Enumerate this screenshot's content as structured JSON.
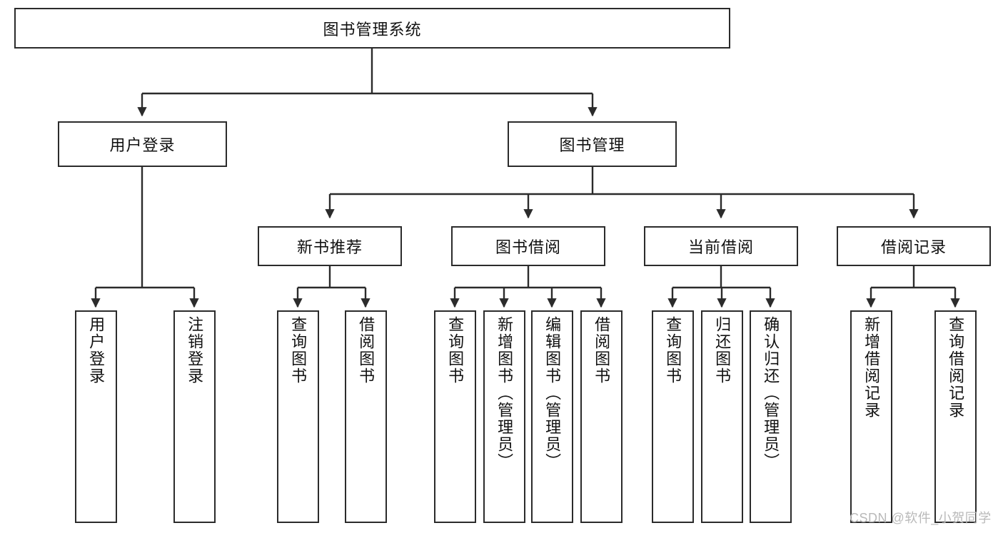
{
  "diagram": {
    "type": "tree-hierarchy",
    "title": "图书管理系统",
    "root": {
      "label": "图书管理系统"
    },
    "level2": [
      {
        "label": "用户登录"
      },
      {
        "label": "图书管理"
      }
    ],
    "level3": [
      {
        "label": "新书推荐"
      },
      {
        "label": "图书借阅"
      },
      {
        "label": "当前借阅"
      },
      {
        "label": "借阅记录"
      }
    ],
    "leaves": {
      "user_login": [
        {
          "label": "用户登录"
        },
        {
          "label": "注销登录"
        }
      ],
      "new_book_recommend": [
        {
          "label": "查询图书"
        },
        {
          "label": "借阅图书"
        }
      ],
      "book_borrow": [
        {
          "label": "查询图书"
        },
        {
          "label": "新增图书（管理员）"
        },
        {
          "label": "编辑图书（管理员）"
        },
        {
          "label": "借阅图书"
        }
      ],
      "current_borrow": [
        {
          "label": "查询图书"
        },
        {
          "label": "归还图书"
        },
        {
          "label": "确认归还（管理员）"
        }
      ],
      "borrow_record": [
        {
          "label": "新增借阅记录"
        },
        {
          "label": "查询借阅记录"
        }
      ]
    }
  },
  "watermark": {
    "text": "CSDN @软件_小贺同学"
  },
  "colors": {
    "stroke": "#2b2b2b",
    "box_fill": "#ffffff",
    "text": "#111111",
    "watermark": "#b9b9b9",
    "background": "#ffffff"
  }
}
